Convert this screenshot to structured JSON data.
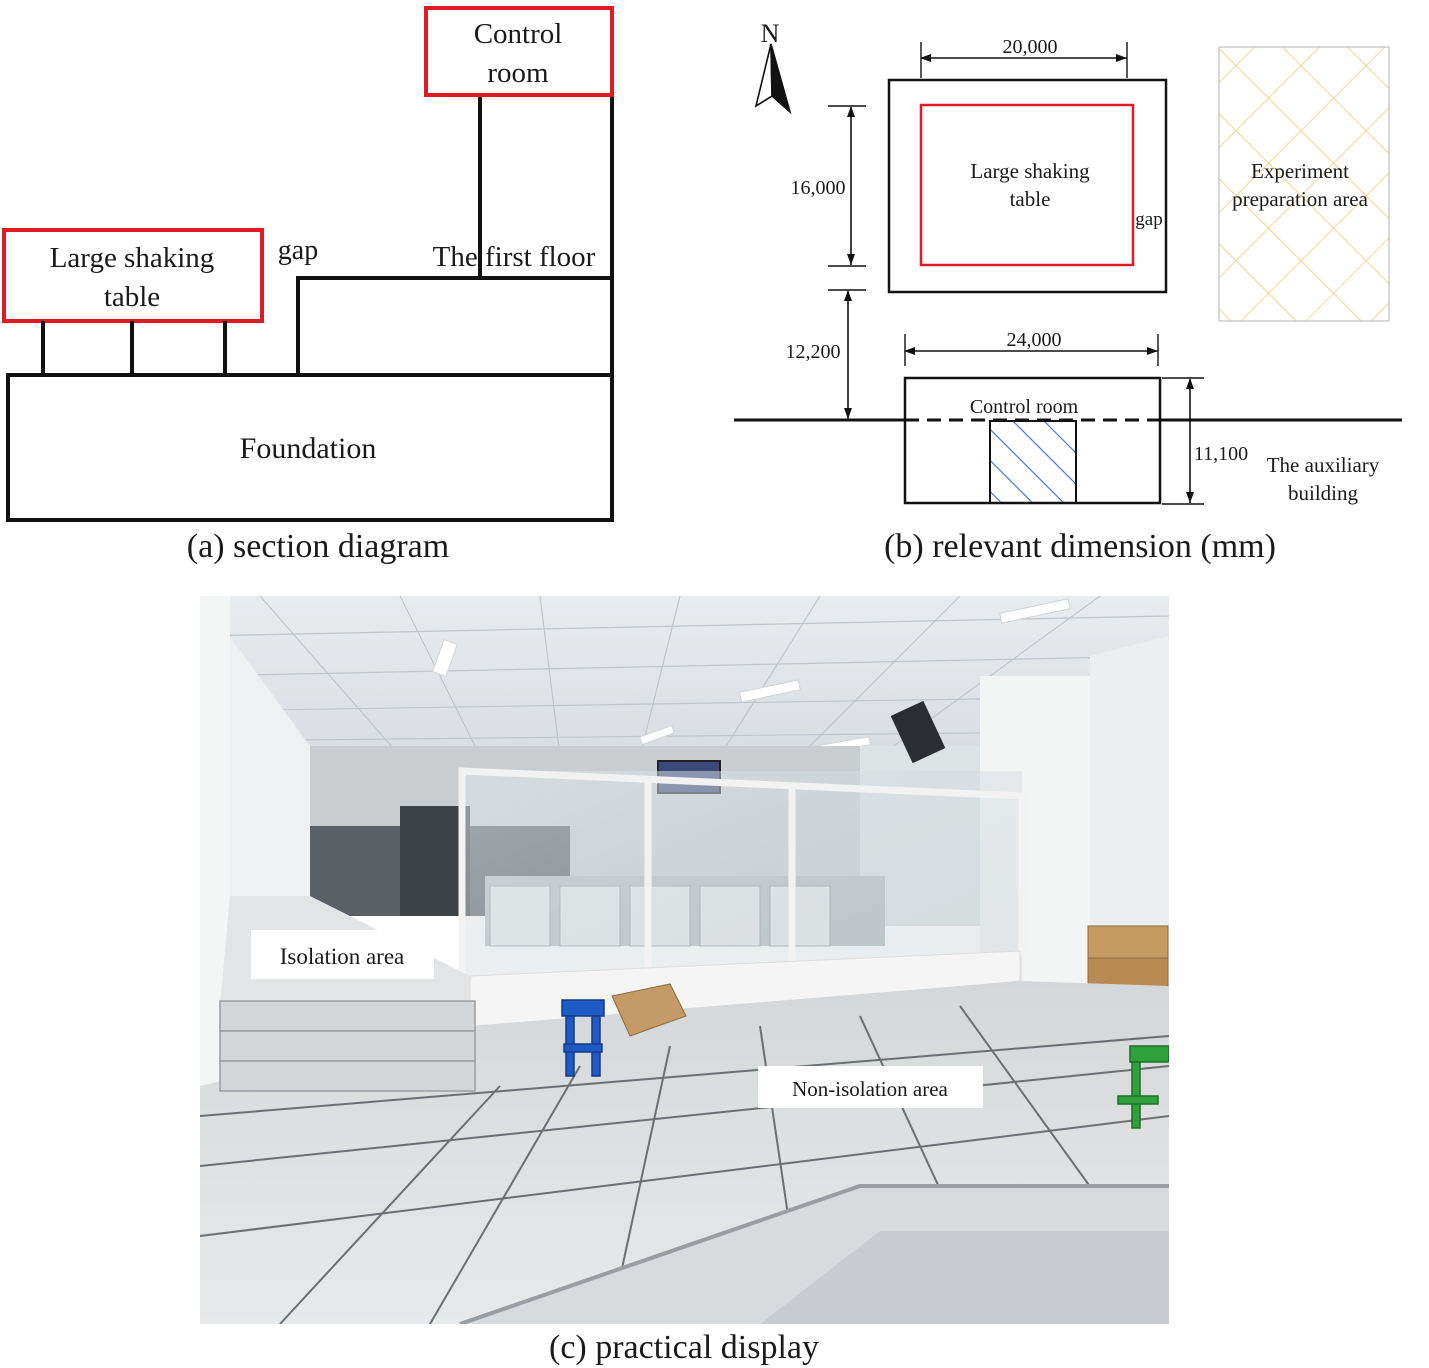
{
  "panel_a": {
    "caption": "(a) section diagram",
    "control_room": [
      "Control",
      "room"
    ],
    "large_shaking_table": [
      "Large shaking",
      "table"
    ],
    "gap": "gap",
    "first_floor": "The first floor",
    "foundation": "Foundation"
  },
  "panel_b": {
    "caption": "(b) relevant dimension (mm)",
    "north": "N",
    "dim_top_width": "20,000",
    "dim_height": "16,000",
    "dim_spacing": "12,200",
    "dim_bottom_width": "24,000",
    "dim_bottom_height": "11,100",
    "large_shaking_table": [
      "Large shaking",
      "table"
    ],
    "gap": "gap",
    "experiment_area": [
      "Experiment",
      "preparation area"
    ],
    "control_room": "Control room",
    "auxiliary_building": [
      "The auxiliary",
      "building"
    ]
  },
  "panel_c": {
    "caption": "(c) practical display",
    "isolation_area": "Isolation area",
    "non_isolation_area": "Non-isolation area"
  },
  "colors": {
    "highlight_red": "#e01b24",
    "line_black": "#111111",
    "hatch_blue": "#3b6fd1",
    "hatch_yellow": "#f3c46a"
  }
}
